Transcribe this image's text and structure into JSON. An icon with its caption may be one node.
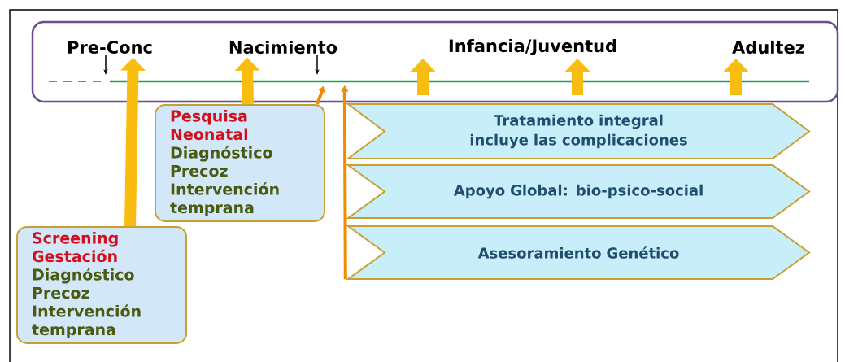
{
  "diagram": {
    "nodes": [
      {
        "text": [
          "Pre-Conc",
          "Nacimiento",
          "Infancia/Juventud",
          "Adultez"
        ]
      },
      {
        "text": [
          "Pesquisa Neonatal",
          "Diagnóstico Precoz Intervención temprana"
        ]
      },
      {
        "text": [
          "Screening Gestación",
          "Diagnóstico Precoz Intervención temprana"
        ]
      },
      {
        "text": [
          "Tratamiento  integral incluye las complicaciones"
        ]
      },
      {
        "text": [
          "Apoyo Global: bio-psico-social"
        ]
      },
      {
        "text": [
          "Asesoramiento Genético"
        ]
      }
    ],
    "edges": [
      {
        "from": 2,
        "to": 0,
        "arrow": "to",
        "style": "thick"
      },
      {
        "from": 1,
        "to": 0,
        "arrow": "to",
        "style": "thick"
      },
      {
        "from": 1,
        "to": 0,
        "arrow": "to",
        "color": "#f08c00"
      },
      {
        "from": 5,
        "to": 0,
        "arrow": "to",
        "color": "#f08c00"
      }
    ]
  }
}
